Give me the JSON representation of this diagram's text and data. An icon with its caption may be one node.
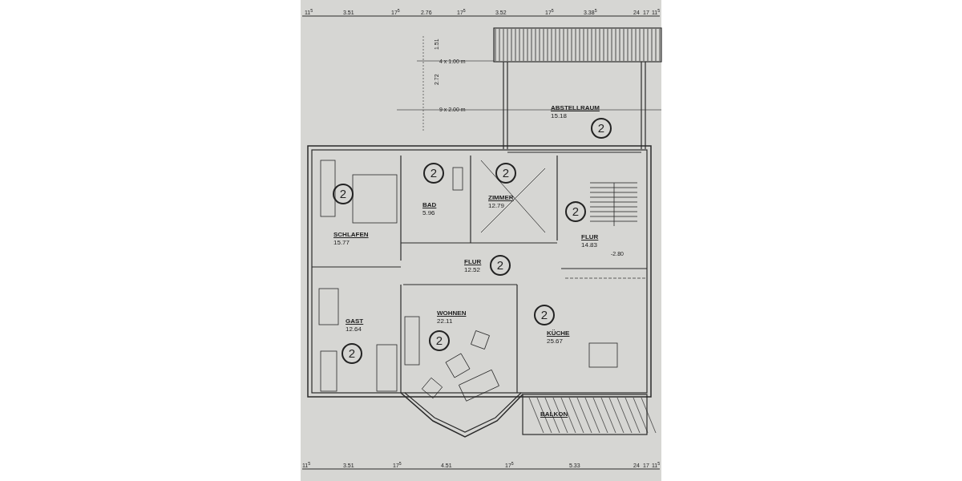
{
  "diagram": {
    "nodes": [
      {
        "text": [
          "ABSTELLRAUM",
          "15.18"
        ]
      },
      {
        "text": [
          "SCHLAFEN",
          "15.77"
        ]
      },
      {
        "text": [
          "BAD",
          "5.96"
        ]
      },
      {
        "text": [
          "ZIMMER",
          "12.79"
        ]
      },
      {
        "text": [
          "FLUR",
          "14.83"
        ]
      },
      {
        "text": [
          "FLUR",
          "12.52"
        ]
      },
      {
        "text": [
          "GAST",
          "12.64"
        ]
      },
      {
        "text": [
          "WOHNEN",
          "22.11"
        ]
      },
      {
        "text": [
          "KÜCHE",
          "25.67"
        ]
      },
      {
        "text": [
          "BALKON"
        ]
      },
      {
        "text": [
          "2"
        ],
        "in": 0
      },
      {
        "text": [
          "2"
        ],
        "in": 1
      },
      {
        "text": [
          "2"
        ],
        "in": 2
      },
      {
        "text": [
          "2"
        ],
        "in": 3
      },
      {
        "text": [
          "2"
        ],
        "in": 4
      },
      {
        "text": [
          "2"
        ],
        "in": 5
      },
      {
        "text": [
          "2"
        ],
        "in": 8
      },
      {
        "text": [
          "2"
        ],
        "in": 7
      },
      {
        "text": [
          "2"
        ],
        "in": 6
      }
    ],
    "edges": [],
    "labels": [
      "11$^{5}$",
      "3.51",
      "17$^{5}$",
      "2.76",
      "17$^{5}$",
      "3.52",
      "17$^{5}$",
      "3.38$^{5}$",
      "24",
      "17",
      "11$^{5}$",
      "1.51",
      "4 x 1.00 m",
      "2.72",
      "9 x 2.00 m",
      "-2.80",
      "11$^{5}$",
      "3.51",
      "17$^{5}$",
      "4.51",
      "17$^{5}$",
      "5.33",
      "24",
      "17",
      "11$^{5}$"
    ]
  }
}
